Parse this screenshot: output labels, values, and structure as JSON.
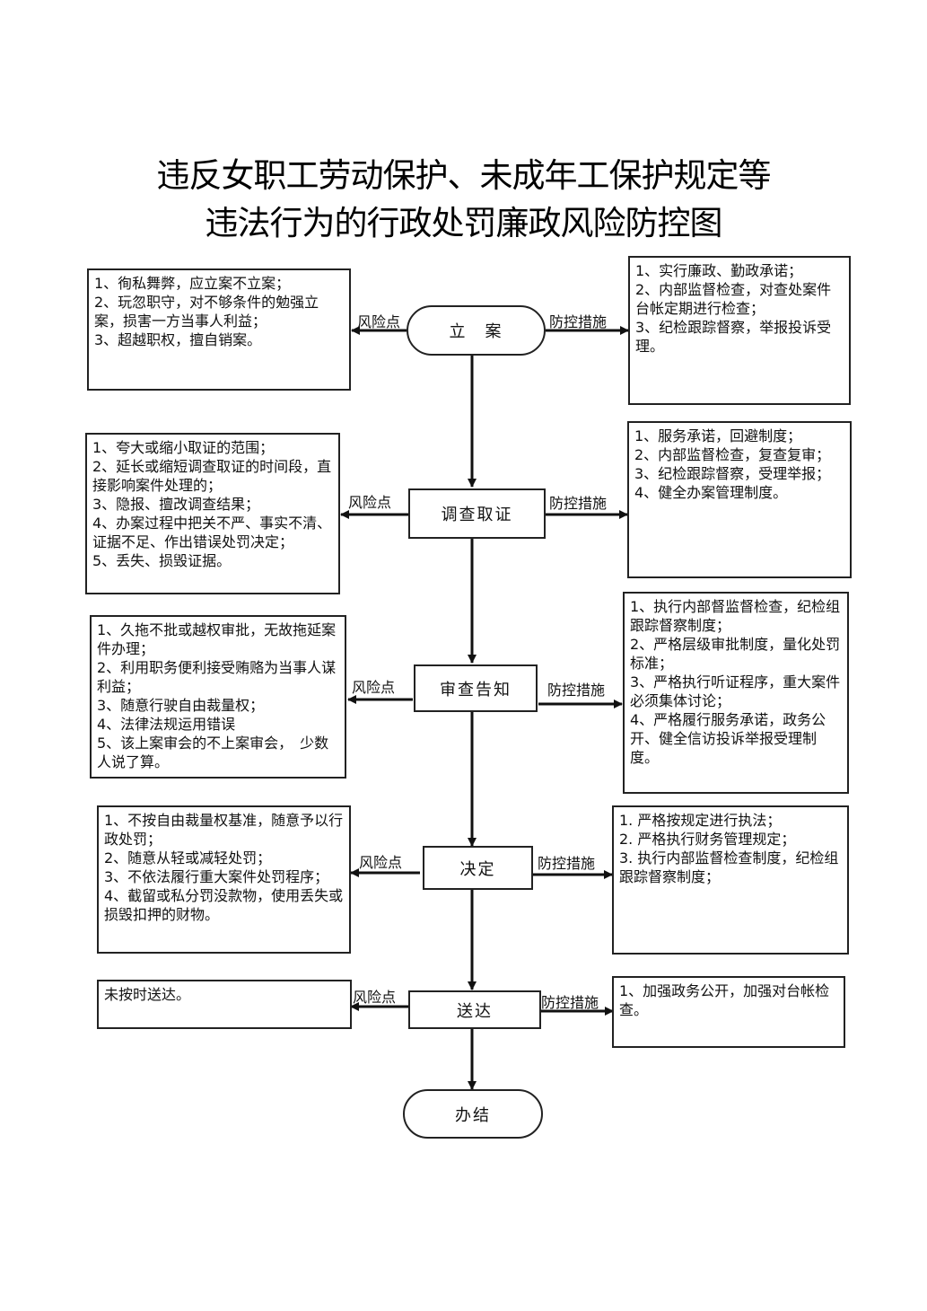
{
  "title": {
    "line1": "违反女职工劳动保护、未成年工保护规定等",
    "line2": "违法行为的行政处罚廉政风险防控图"
  },
  "labels": {
    "risk": "风险点",
    "control": "防控措施"
  },
  "steps": [
    {
      "name": "立　案",
      "risks": [
        "1、徇私舞弊，应立案不立案；",
        "2、玩忽职守，对不够条件的勉强立案，损害一方当事人利益；",
        "3、超越职权，擅自销案。"
      ],
      "controls": [
        "1、实行廉政、勤政承诺；",
        "2、内部监督检查，对查处案件台帐定期进行检查；",
        "3、纪检跟踪督察，举报投诉受理。"
      ]
    },
    {
      "name": "调查取证",
      "risks": [
        "1、夸大或缩小取证的范围；",
        "2、延长或缩短调查取证的时间段，直接影响案件处理的；",
        "3、隐报、擅改调查结果；",
        "4、办案过程中把关不严、事实不清、证据不足、作出错误处罚决定；",
        "5、丢失、损毁证据。"
      ],
      "controls": [
        "1、服务承诺，回避制度；",
        "2、内部监督检查，复查复审；",
        "3、纪检跟踪督察，受理举报；",
        "4、健全办案管理制度。"
      ]
    },
    {
      "name": "审查告知",
      "risks": [
        "1、久拖不批或越权审批，无故拖延案件办理；",
        "2、利用职务便利接受贿赂为当事人谋利益；",
        "3、随意行驶自由裁量权；",
        "4、法律法规运用错误",
        "5、该上案审会的不上案审会，　少数人说了算。"
      ],
      "controls": [
        "1、执行内部督监督检查，纪检组跟踪督察制度；",
        "2、严格层级审批制度，量化处罚标准；",
        "3、严格执行听证程序，重大案件必须集体讨论；",
        "4、严格履行服务承诺，政务公开、健全信访投诉举报受理制度。"
      ]
    },
    {
      "name": "决定",
      "risks": [
        "1、不按自由裁量权基准，随意予以行政处罚；",
        "2、随意从轻或减轻处罚；",
        "3、不依法履行重大案件处罚程序；",
        "4、截留或私分罚没款物，使用丢失或损毁扣押的财物。"
      ],
      "controls": [
        "1. 严格按规定进行执法；",
        "2. 严格执行财务管理规定；",
        "3. 执行内部监督检查制度，纪检组跟踪督察制度；"
      ]
    },
    {
      "name": "送达",
      "risks": [
        "未按时送达。"
      ],
      "controls": [
        "1、加强政务公开，加强对台帐检查。"
      ]
    }
  ],
  "end": {
    "name": "办结"
  }
}
